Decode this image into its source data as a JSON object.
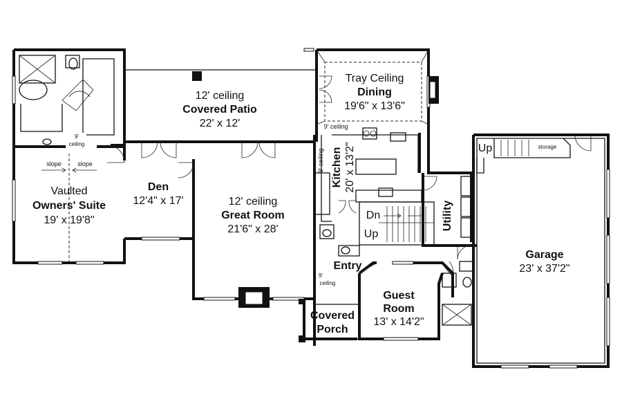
{
  "rooms": {
    "owners_suite": {
      "line1": "Vaulted",
      "line2": "Owners' Suite",
      "dims": "19' x 19'8\""
    },
    "covered_patio": {
      "ceiling": "12' ceiling",
      "name": "Covered Patio",
      "dims": "22' x 12'"
    },
    "dining": {
      "ceiling": "Tray Ceiling",
      "name": "Dining",
      "dims": "19'6\" x 13'6\""
    },
    "den": {
      "name": "Den",
      "dims": "12'4\" x 17'"
    },
    "great_room": {
      "ceiling": "12' ceiling",
      "name": "Great Room",
      "dims": "21'6\" x 28'"
    },
    "kitchen": {
      "name": "Kitchen",
      "dims": "20' x 13'2\""
    },
    "utility": {
      "name": "Utility"
    },
    "garage": {
      "name": "Garage",
      "dims": "23' x 37'2\""
    },
    "entry": {
      "name": "Entry"
    },
    "guest_room": {
      "name1": "Guest",
      "name2": "Room",
      "dims": "13' x 14'2\""
    },
    "covered_porch": {
      "name1": "Covered",
      "name2": "Porch"
    }
  },
  "annotations": {
    "slope": "slope",
    "nine_ceiling": "9'",
    "ceiling_word": "ceiling",
    "nine_ceiling_inline": "9' ceiling",
    "storage": "storage",
    "up": "Up",
    "dn": "Dn"
  }
}
